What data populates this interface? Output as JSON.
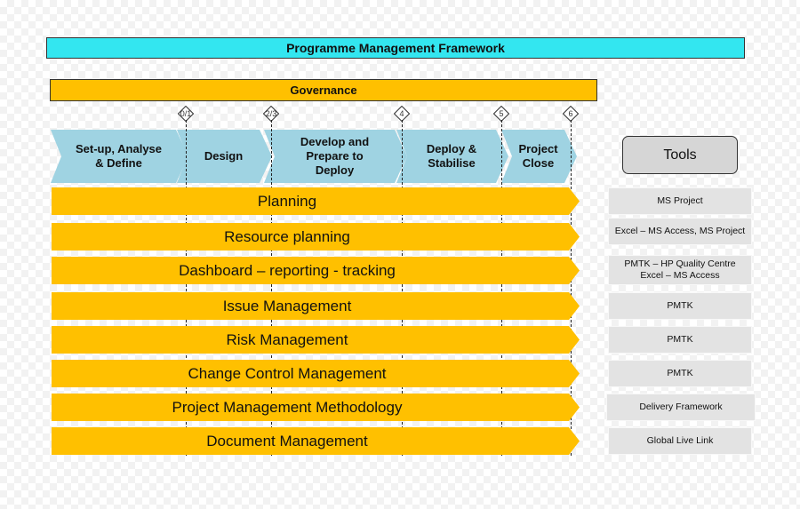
{
  "title": "Programme Management Framework",
  "governance": "Governance",
  "milestones": [
    "0/1",
    "2/3",
    "4",
    "5",
    "6"
  ],
  "phases": [
    {
      "label": "Set-up, Analyse & Define",
      "lines": [
        "Set-up, Analyse",
        "& Define"
      ]
    },
    {
      "label": "Design",
      "lines": [
        "Design"
      ]
    },
    {
      "label": "Develop and Prepare to Deploy",
      "lines": [
        "Develop and",
        "Prepare to",
        "Deploy"
      ]
    },
    {
      "label": "Deploy & Stabilise",
      "lines": [
        "Deploy &",
        "Stabilise"
      ]
    },
    {
      "label": "Project Close",
      "lines": [
        "Project",
        "Close"
      ]
    }
  ],
  "workstreams": [
    "Planning",
    "Resource planning",
    "Dashboard – reporting - tracking",
    "Issue Management",
    "Risk Management",
    "Change Control Management",
    "Project Management Methodology",
    "Document Management"
  ],
  "tools_header": "Tools",
  "tools": [
    {
      "lines": [
        "MS Project"
      ]
    },
    {
      "lines": [
        "Excel – MS Access, MS Project"
      ]
    },
    {
      "lines": [
        "PMTK – HP Quality Centre",
        "Excel – MS Access"
      ]
    },
    {
      "lines": [
        "PMTK"
      ]
    },
    {
      "lines": [
        "PMTK"
      ]
    },
    {
      "lines": [
        "PMTK"
      ]
    },
    {
      "lines": [
        "Delivery Framework"
      ]
    },
    {
      "lines": [
        "Global Live Link"
      ]
    }
  ],
  "colors": {
    "title_fill": "#33e6f0",
    "bar_fill": "#ffc000",
    "phase_fill": "#9fd3e2",
    "tool_fill": "#e3e3e3",
    "tools_header_fill": "#d6d6d6"
  }
}
